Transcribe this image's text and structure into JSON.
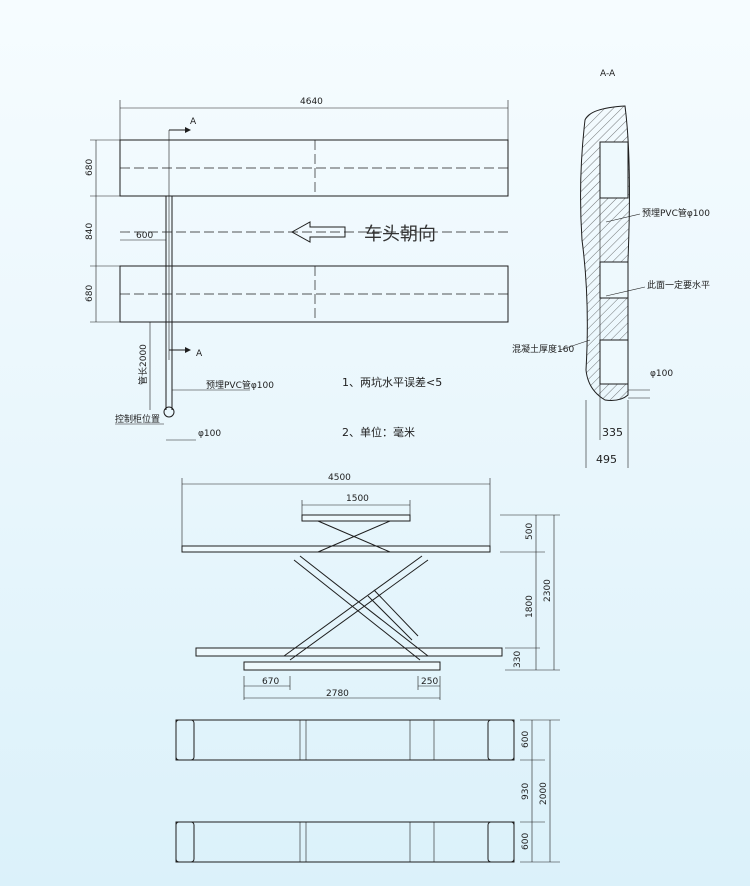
{
  "plan": {
    "total_length": "4640",
    "pit_width_top": "680",
    "gap": "840",
    "pit_width_bottom": "680",
    "offset": "600",
    "section_mark": "A",
    "direction": "车头朝向",
    "conduit_length": "管长2000",
    "pvc_note": "预埋PVC管φ100",
    "control_box": "控制柜位置",
    "pipe_dia": "φ100"
  },
  "notes": {
    "level": "1、两坑水平误差<5",
    "unit": "2、单位：毫米"
  },
  "section": {
    "title": "A-A",
    "pvc": "预埋PVC管φ100",
    "level_note": "此面一定要水平",
    "concrete": "混凝土厚度160",
    "pipe": "φ100",
    "inner": "335",
    "outer": "495"
  },
  "elevation": {
    "length": "4500",
    "top_plate": "1500",
    "h_top": "500",
    "h_mid": "1800",
    "h_total": "2300",
    "h_bottom": "330",
    "base_left": "670",
    "base": "2780",
    "base_right": "250"
  },
  "topview": {
    "w1": "600",
    "gap": "930",
    "w2": "600",
    "total": "2000"
  }
}
